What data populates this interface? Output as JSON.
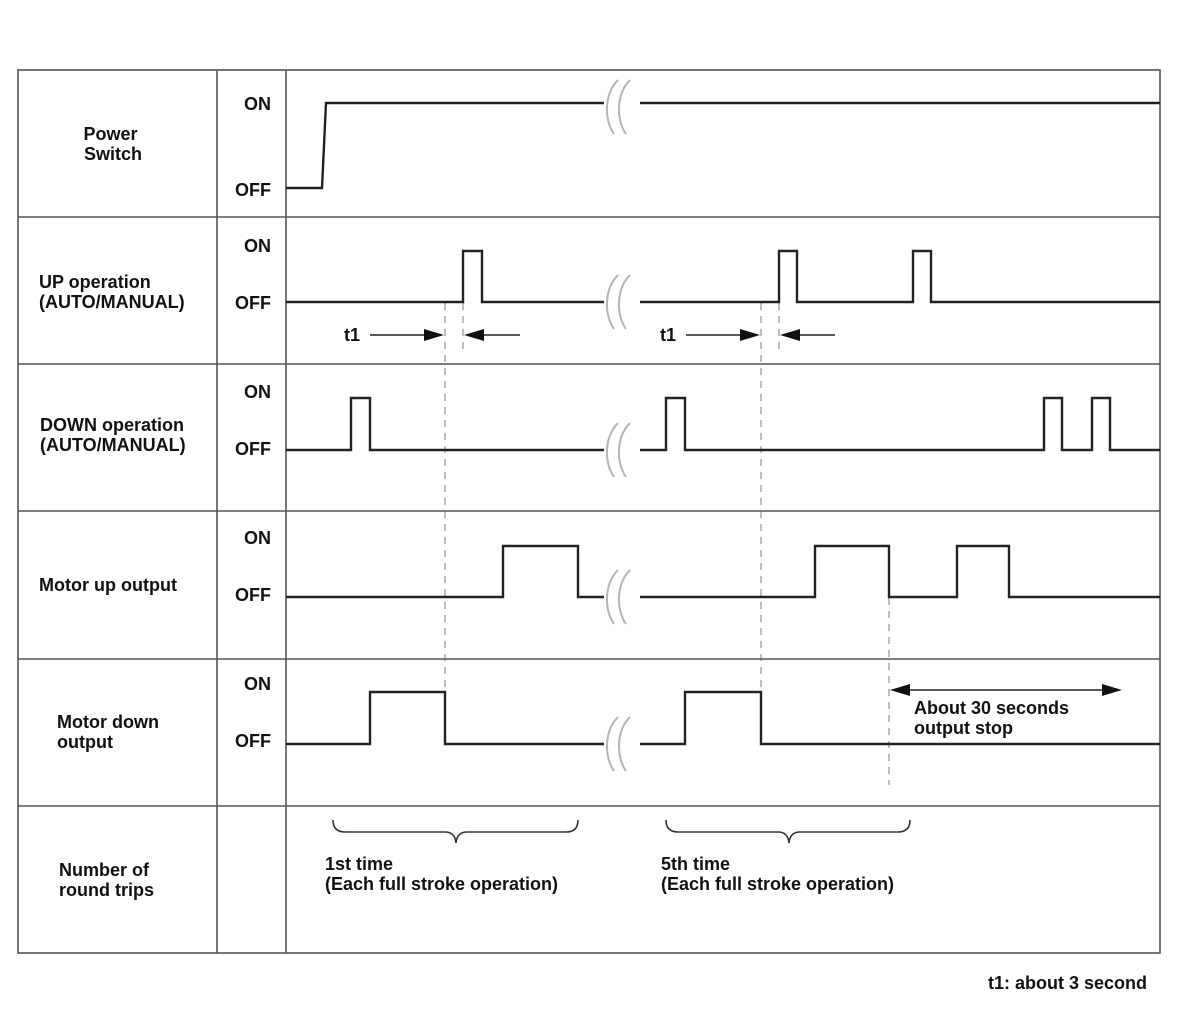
{
  "rows": [
    {
      "label_lines": [
        "Power",
        "Switch"
      ],
      "on": "ON",
      "off": "OFF"
    },
    {
      "label_lines": [
        "UP operation",
        "(AUTO/MANUAL)"
      ],
      "on": "ON",
      "off": "OFF"
    },
    {
      "label_lines": [
        "DOWN operation",
        "(AUTO/MANUAL)"
      ],
      "on": "ON",
      "off": "OFF"
    },
    {
      "label_lines": [
        "Motor up output"
      ],
      "on": "ON",
      "off": "OFF"
    },
    {
      "label_lines": [
        "Motor down",
        "output"
      ],
      "on": "ON",
      "off": "OFF"
    },
    {
      "label_lines": [
        "Number of",
        "round trips"
      ]
    }
  ],
  "annotations": {
    "t1_left": "t1",
    "t1_right": "t1",
    "stop_line1": "About 30 seconds",
    "stop_line2": "output stop",
    "first_line1": "1st time",
    "first_line2": "(Each full stroke operation)",
    "fifth_line1": "5th time",
    "fifth_line2": "(Each full stroke operation)",
    "footnote": "t1: about 3 second"
  }
}
